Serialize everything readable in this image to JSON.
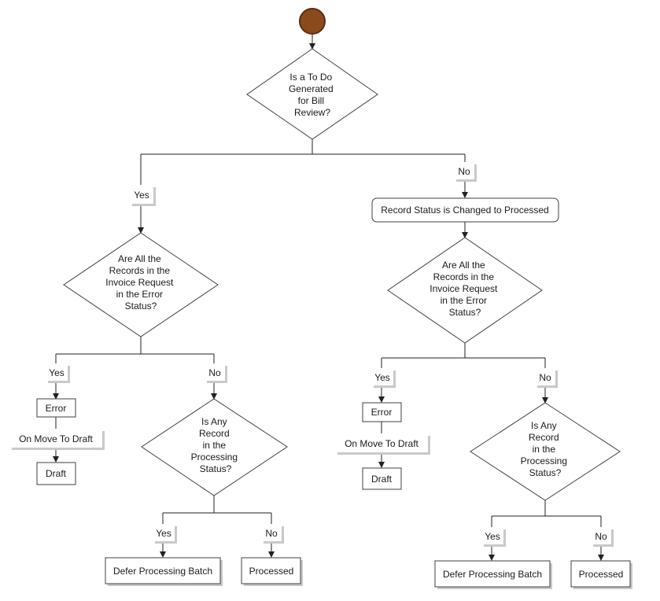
{
  "colors": {
    "start_fill": "#8B4A1C",
    "start_stroke": "#5a2e0e",
    "line": "#222222",
    "box_border": "#404040",
    "shadow": "#c9c9c9"
  },
  "diagram": {
    "d1": [
      "Is a To Do",
      "Generated",
      "for Bill",
      "Review?"
    ],
    "yes_left": "Yes",
    "no_right": "No",
    "record_status": "Record Status is Changed to Processed",
    "left": {
      "d2": [
        "Are All the",
        "Records in the",
        "Invoice Request",
        "in the Error",
        "Status?"
      ],
      "yes": "Yes",
      "no": "No",
      "error": "Error",
      "move": "On Move To Draft",
      "draft": "Draft",
      "d3": [
        "Is Any",
        "Record",
        "in the",
        "Processing",
        "Status?"
      ],
      "yes2": "Yes",
      "no2": "No",
      "defer": "Defer Processing Batch",
      "processed": "Processed"
    },
    "right": {
      "d2": [
        "Are All the",
        "Records in the",
        "Invoice Request",
        "in the Error",
        "Status?"
      ],
      "yes": "Yes",
      "no": "No",
      "error": "Error",
      "move": "On Move To Draft",
      "draft": "Draft",
      "d3": [
        "Is Any",
        "Record",
        "in the",
        "Processing",
        "Status?"
      ],
      "yes2": "Yes",
      "no2": "No",
      "defer": "Defer Processing Batch",
      "processed": "Processed"
    }
  }
}
